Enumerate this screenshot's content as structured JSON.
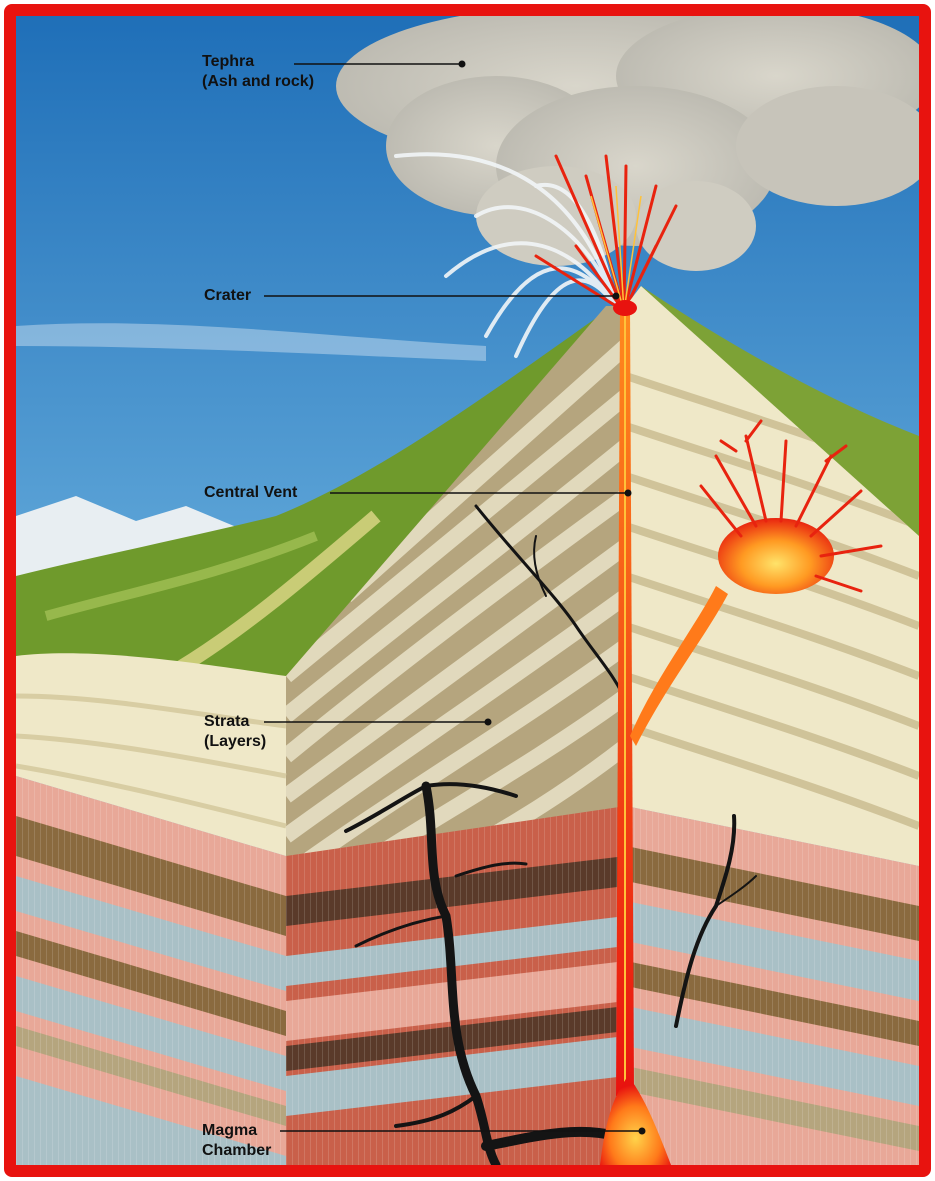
{
  "diagram": {
    "labels": [
      {
        "id": "tephra",
        "lines": [
          "Tephra",
          "(Ash and rock)"
        ]
      },
      {
        "id": "crater",
        "lines": [
          "Crater"
        ]
      },
      {
        "id": "central-vent",
        "lines": [
          "Central Vent"
        ]
      },
      {
        "id": "strata",
        "lines": [
          "Strata",
          "(Layers)"
        ]
      },
      {
        "id": "magma-chamber",
        "lines": [
          "Magma",
          "Chamber"
        ]
      }
    ]
  },
  "colors": {
    "frame": "#e8130f",
    "sky_top": "#1f6fb8",
    "sky_bottom": "#9cc8e6",
    "ash": "#c9c5b8",
    "magma": "#e8130f",
    "magma_core": "#ffb21e",
    "vegetation": "#6f9a2c",
    "strata_tan": "#b5a57e",
    "strata_cream": "#efe8c8",
    "ground_pink": "#e8a898",
    "ground_blue": "#a9c0c6",
    "ground_brown": "#8a6a3f",
    "crack": "#141414"
  }
}
